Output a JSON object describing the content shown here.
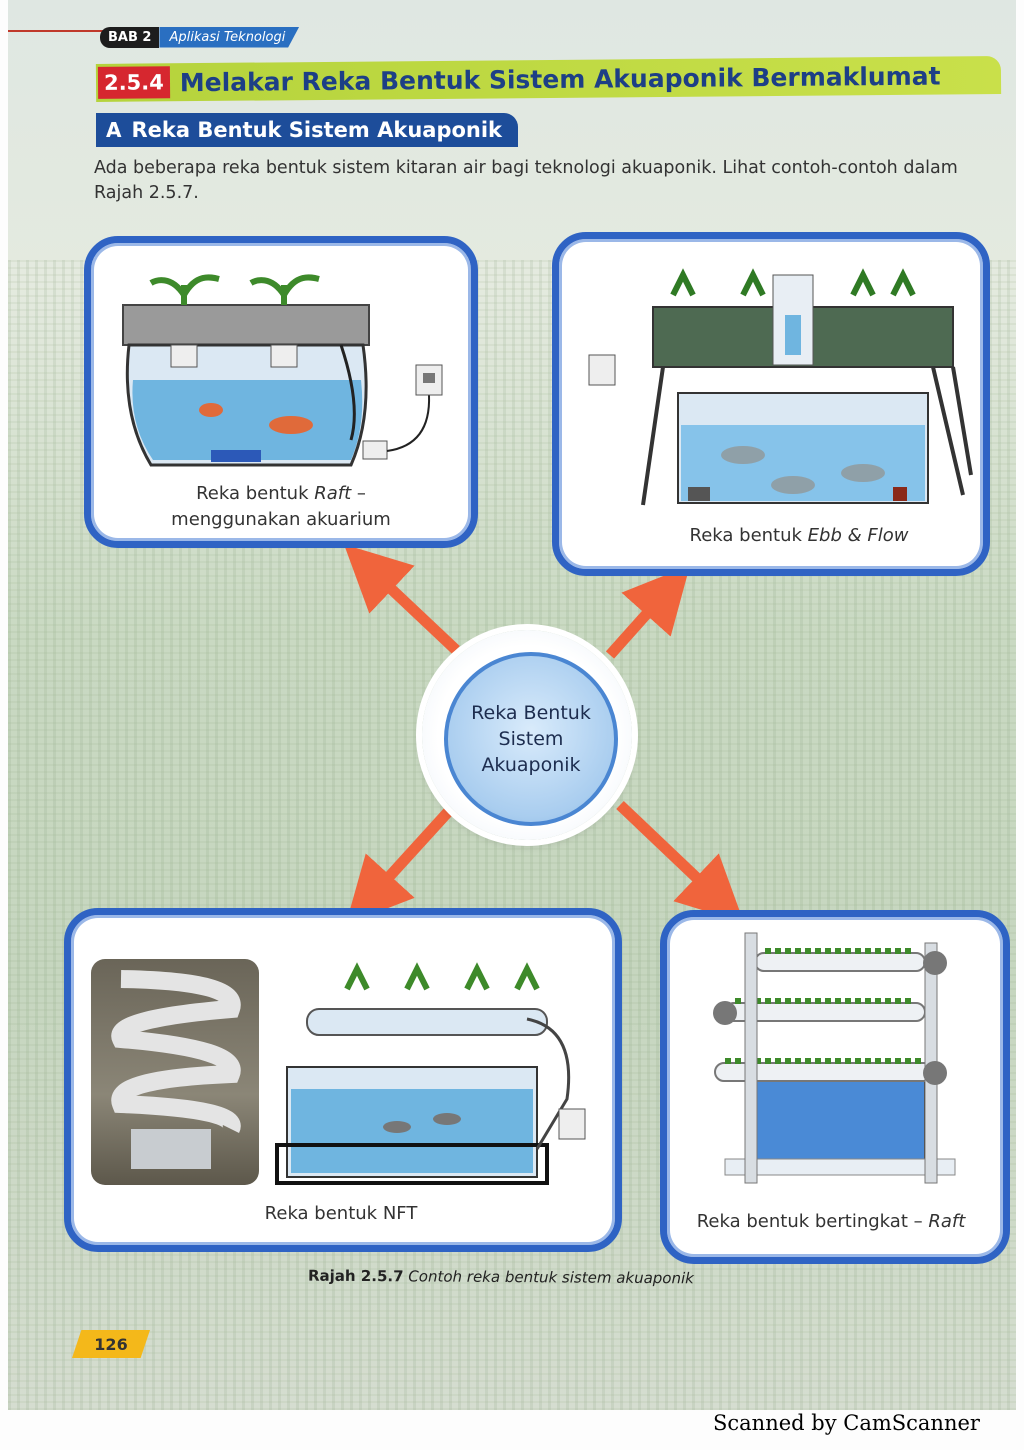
{
  "header": {
    "chapter_number": "BAB 2",
    "chapter_title": "Aplikasi Teknologi",
    "section_number": "2.5.4",
    "section_title": "Melakar Reka Bentuk Sistem Akuaponik Bermaklumat",
    "subsection_letter": "A",
    "subsection_title": "Reka Bentuk Sistem Akuaponik"
  },
  "intro_text": "Ada beberapa reka bentuk sistem kitaran air bagi teknologi akuaponik. Lihat contoh-contoh dalam Rajah 2.5.7.",
  "diagram": {
    "center_label": "Reka Bentuk Sistem Akuaponik",
    "designs": [
      {
        "label_main": "Reka bentuk ",
        "label_italic": "Raft",
        "label_suffix": " –",
        "label_line2": "menggunakan akuarium"
      },
      {
        "label_main": "Reka bentuk ",
        "label_italic": "Ebb & Flow"
      },
      {
        "label_main": "Reka bentuk NFT"
      },
      {
        "label_main": "Reka bentuk bertingkat – ",
        "label_italic": "Raft"
      }
    ]
  },
  "figure_caption": {
    "number": "Rajah 2.5.7",
    "text": "Contoh reka bentuk sistem akuaponik"
  },
  "page_number": "126",
  "watermark": "Scanned by CamScanner",
  "colors": {
    "card_border": "#2f63c4",
    "arrow": "#f0643c",
    "section_bar": "#b5d33c",
    "section_number": "#d6272f",
    "subsection_bar": "#1d4d9a",
    "page_badge": "#f4b81a"
  }
}
